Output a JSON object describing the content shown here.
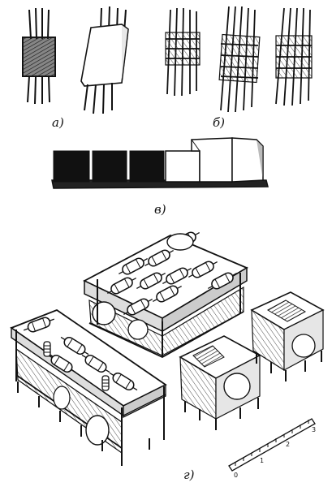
{
  "figure": {
    "labels": {
      "a": "а)",
      "b": "б)",
      "v": "в)",
      "g": "г)"
    },
    "scale": {
      "ticks": [
        "0",
        "1",
        "2",
        "3"
      ]
    }
  }
}
